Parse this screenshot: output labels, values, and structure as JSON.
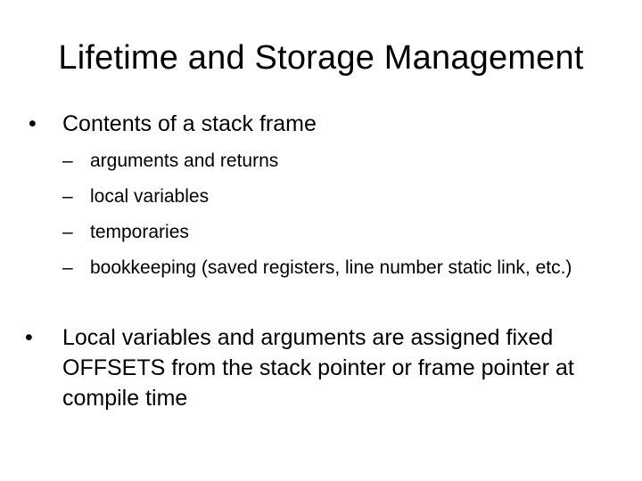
{
  "slide": {
    "title": "Lifetime and Storage Management",
    "bullets": [
      {
        "marker": "•",
        "text": "Contents of a stack frame",
        "subitems": [
          {
            "marker": "–",
            "text": "arguments and returns"
          },
          {
            "marker": "–",
            "text": "local variables"
          },
          {
            "marker": "–",
            "text": "temporaries"
          },
          {
            "marker": "–",
            "text": "bookkeeping (saved registers, line number static link, etc.)"
          }
        ]
      },
      {
        "marker": "•",
        "text": "Local variables and arguments are assigned fixed OFFSETS from the stack pointer or frame pointer at compile time"
      }
    ]
  }
}
